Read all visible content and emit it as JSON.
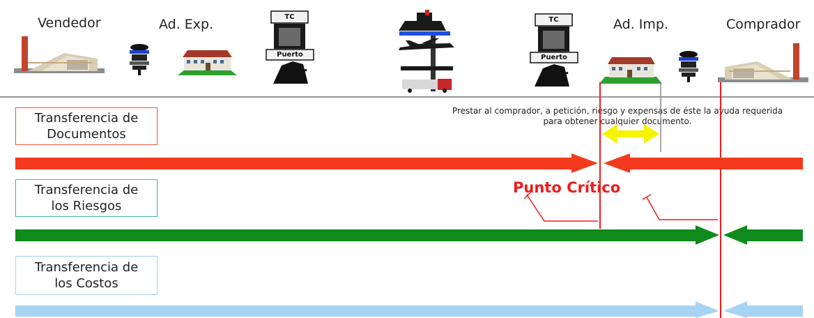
{
  "parties": {
    "seller": "Vendedor",
    "export_customs": "Ad. Exp.",
    "import_customs": "Ad. Imp.",
    "buyer": "Comprador"
  },
  "terminal_left": {
    "tc": "TC",
    "port": "Puerto"
  },
  "terminal_right": {
    "tc": "TC",
    "port": "Puerto"
  },
  "rows": [
    {
      "line1": "Transferencia de",
      "line2": "Documentos",
      "color": "#f43a1c"
    },
    {
      "line1": "Transferencia de",
      "line2": "los Riesgos",
      "color": "#0f8a1c"
    },
    {
      "line1": "Transferencia de",
      "line2": "los Costos",
      "color": "#a8d4f4"
    }
  ],
  "note": {
    "line1": "Prestar al comprador, a petición, riesgo y expensas de éste la ayuda requerida",
    "line2": "para obtener cualquier documento."
  },
  "critical_label": "Punto Crítico",
  "colors": {
    "documents": "#f43a1c",
    "risks": "#0f8a1c",
    "costs": "#a8d4f4",
    "critical": "#ee1c1c",
    "help_arrow": "#f7f400",
    "box_documents": "#e8553e",
    "box_risks": "#3fb98a",
    "box_costs": "#a8d0ee"
  }
}
